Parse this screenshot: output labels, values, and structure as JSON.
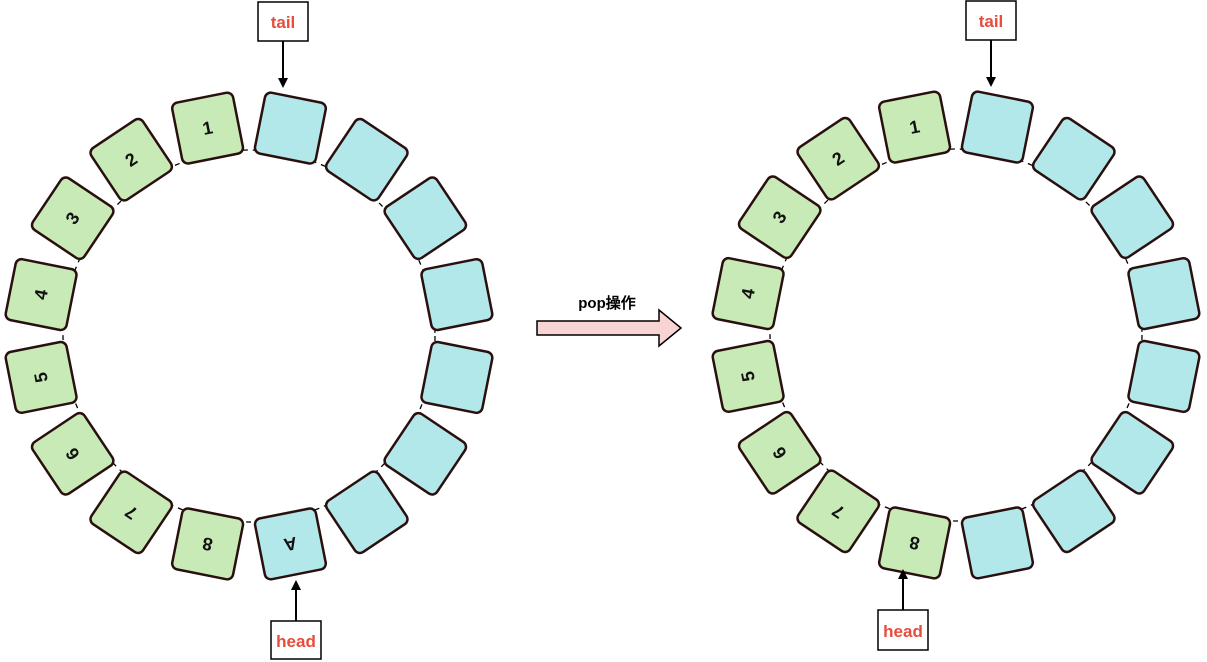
{
  "colors": {
    "filled": "#c8eab6",
    "empty": "#b3e8ea",
    "outline": "#2a0f0f",
    "pointer_text": "#e74c3c",
    "op_arrow_fill": "#f9d4d4"
  },
  "operation": {
    "label": "pop操作"
  },
  "before": {
    "tail_label": "tail",
    "head_label": "head",
    "slots": [
      {
        "label": "",
        "state": "empty"
      },
      {
        "label": "",
        "state": "empty"
      },
      {
        "label": "",
        "state": "empty"
      },
      {
        "label": "",
        "state": "empty"
      },
      {
        "label": "",
        "state": "empty"
      },
      {
        "label": "",
        "state": "empty"
      },
      {
        "label": "",
        "state": "empty"
      },
      {
        "label": "A",
        "state": "empty"
      },
      {
        "label": "8",
        "state": "filled"
      },
      {
        "label": "7",
        "state": "filled"
      },
      {
        "label": "6",
        "state": "filled"
      },
      {
        "label": "5",
        "state": "filled"
      },
      {
        "label": "4",
        "state": "filled"
      },
      {
        "label": "3",
        "state": "filled"
      },
      {
        "label": "2",
        "state": "filled"
      },
      {
        "label": "1",
        "state": "filled"
      }
    ]
  },
  "after": {
    "tail_label": "tail",
    "head_label": "head",
    "slots": [
      {
        "label": "",
        "state": "empty"
      },
      {
        "label": "",
        "state": "empty"
      },
      {
        "label": "",
        "state": "empty"
      },
      {
        "label": "",
        "state": "empty"
      },
      {
        "label": "",
        "state": "empty"
      },
      {
        "label": "",
        "state": "empty"
      },
      {
        "label": "",
        "state": "empty"
      },
      {
        "label": "",
        "state": "empty"
      },
      {
        "label": "8",
        "state": "filled"
      },
      {
        "label": "7",
        "state": "filled"
      },
      {
        "label": "6",
        "state": "filled"
      },
      {
        "label": "5",
        "state": "filled"
      },
      {
        "label": "4",
        "state": "filled"
      },
      {
        "label": "3",
        "state": "filled"
      },
      {
        "label": "2",
        "state": "filled"
      },
      {
        "label": "1",
        "state": "filled"
      }
    ]
  }
}
